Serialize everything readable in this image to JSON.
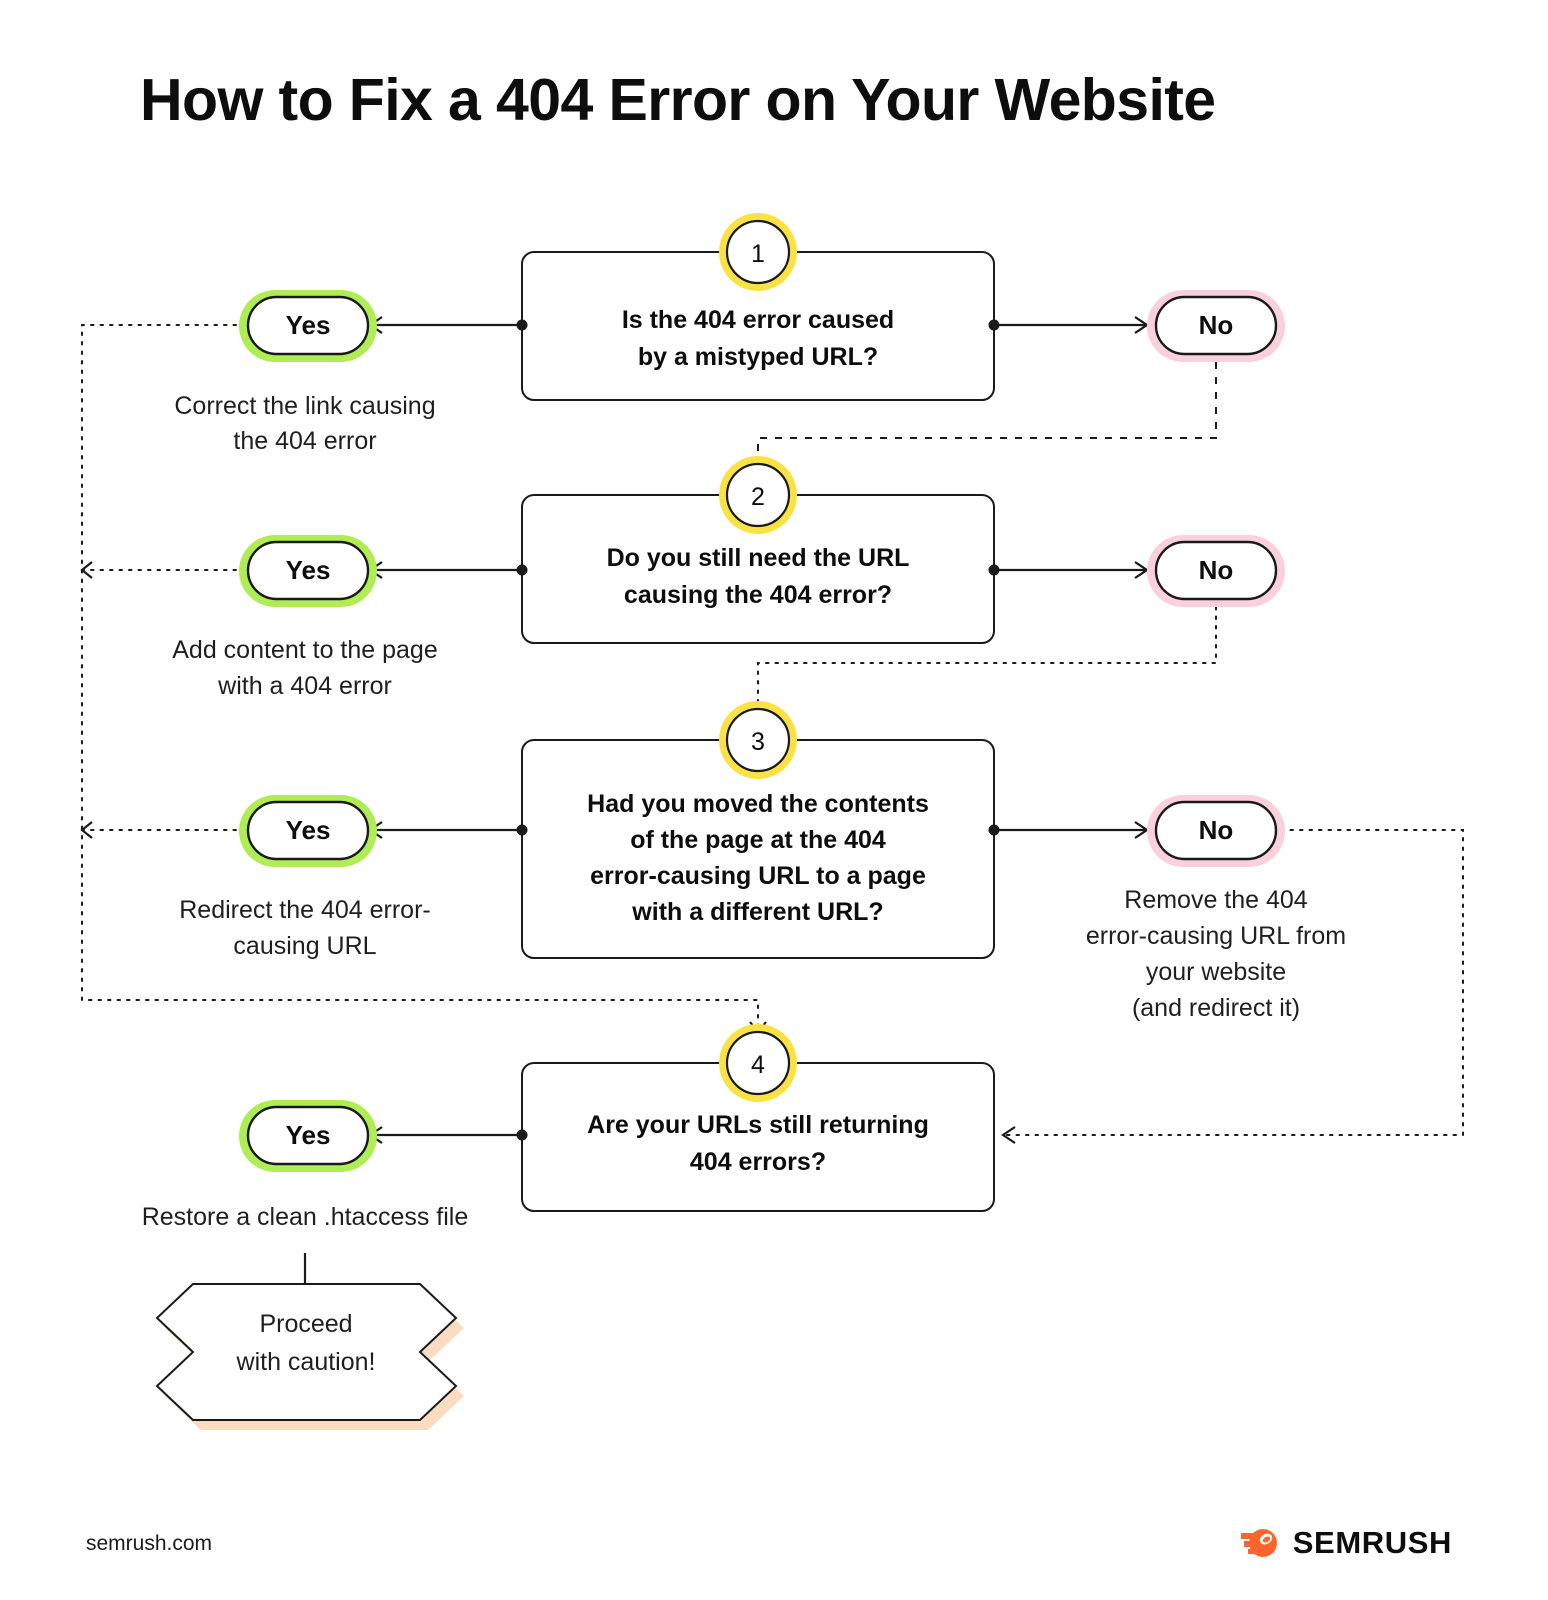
{
  "page": {
    "title": "How to Fix a 404 Error on Your Website",
    "background": "#ffffff"
  },
  "colors": {
    "yes_glow": "#b0ed55",
    "no_glow": "#fbd0dd",
    "badge_glow": "#fbe244",
    "burst_glow": "#fbdcc0",
    "line": "#1a1a1a",
    "brand_orange": "#ff642d"
  },
  "flow": {
    "steps": [
      {
        "badge": "1",
        "question_lines": [
          "Is the 404 error caused",
          "by a mistyped URL?"
        ],
        "yes_label": "Yes",
        "no_label": "No",
        "yes_note_lines": [
          "Correct the link causing",
          "the 404 error"
        ],
        "no_note_lines": []
      },
      {
        "badge": "2",
        "question_lines": [
          "Do you still need the URL",
          "causing the 404 error?"
        ],
        "yes_label": "Yes",
        "no_label": "No",
        "yes_note_lines": [
          "Add content to the page",
          "with a 404 error"
        ],
        "no_note_lines": []
      },
      {
        "badge": "3",
        "question_lines": [
          "Had you moved the contents",
          "of the page at the 404",
          "error-causing URL to a page",
          "with a different URL?"
        ],
        "yes_label": "Yes",
        "no_label": "No",
        "yes_note_lines": [
          "Redirect the 404 error-",
          "causing URL"
        ],
        "no_note_lines": [
          "Remove the 404",
          "error-causing URL from",
          "your website",
          "(and redirect it)"
        ]
      },
      {
        "badge": "4",
        "question_lines": [
          "Are your URLs still returning",
          "404 errors?"
        ],
        "yes_label": "Yes",
        "no_label": "",
        "yes_note_lines": [
          "Restore a clean .htaccess file"
        ],
        "no_note_lines": []
      }
    ],
    "terminal": {
      "lines": [
        "Proceed",
        "with caution!"
      ]
    }
  },
  "footer": {
    "url": "semrush.com",
    "brand": "SEMRUSH"
  }
}
